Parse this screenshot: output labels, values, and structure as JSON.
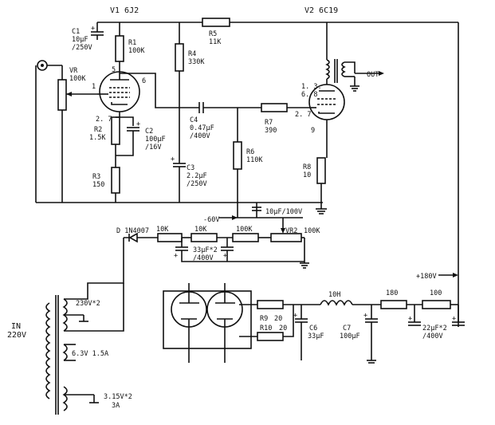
{
  "tubes": {
    "v1": "V1 6J2",
    "v2": "V2 6C19"
  },
  "components": {
    "c1_name": "C1",
    "c1_val": "10μF",
    "c1_v": "/250V",
    "r1_name": "R1",
    "r1_val": "100K",
    "r4_name": "R4",
    "r4_val": "330K",
    "r5_name": "R5",
    "r5_val": "11K",
    "vr_name": "VR",
    "vr_val": "100K",
    "pin1": "1",
    "pin5": "5",
    "pin6": "6",
    "pin27": "2. 7",
    "r2_name": "R2",
    "r2_val": "1.5K",
    "c2_name": "C2",
    "c2_val": "100μF",
    "c2_v": "/16V",
    "r3_name": "R3",
    "r3_val": "150",
    "c4_name": "C4",
    "c4_val": "0.47μF",
    "c4_v": "/400V",
    "c3_name": "C3",
    "c3_val": "2.2μF",
    "c3_v": "/250V",
    "r6_name": "R6",
    "r6_val": "110K",
    "r7_name": "R7",
    "r7_val": "390",
    "v2_pins_a": "1. 3.",
    "v2_pins_b": "6. 8",
    "v2_pin27": "2. 7",
    "v2_pin9": "9",
    "r8_name": "R8",
    "r8_val": "10",
    "out": "OUT",
    "cap_bias": "10μF/100V",
    "neg60": "-60V",
    "diode": "D 1N4007",
    "r_10k_a": "10K",
    "r_10k_b": "10K",
    "r_100k": "100K",
    "vr2": "VR2",
    "vr2_val": "100K",
    "cap33x2": "33μF*2",
    "cap33x2_v": "/400V",
    "plus180": "+180V",
    "in_label": "IN",
    "in_v": "220V",
    "tr_230": "230V*2",
    "tr_63": "6.3V 1.5A",
    "tr_315": "3.15V*2",
    "tr_3a": "3A",
    "r9_name": "R9",
    "r9_val": "20",
    "r10_name": "R10",
    "r10_val": "20",
    "l_10h": "10H",
    "c6_name": "C6",
    "c6_val": "33μF",
    "c7_name": "C7",
    "c7_val": "100μF",
    "r_180": "180",
    "r_100": "100",
    "c22x2": "22μF*2",
    "c22x2_v": "/400V"
  }
}
